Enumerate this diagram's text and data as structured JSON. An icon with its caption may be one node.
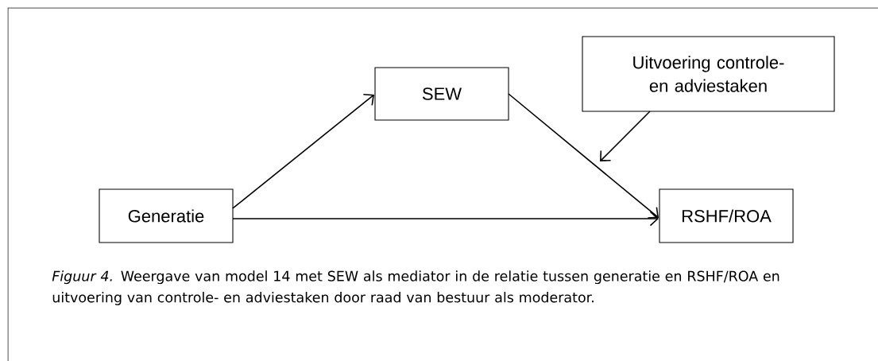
{
  "diagram": {
    "caption": "*Figuur 4.* Weergave van model 14 met SEW als mediator in de relatie tussen generatie en RSHF/ROA en uitvoering van controle- en adviestaken door raad van bestuur als moderator.",
    "nodes": [
      {
        "text": [
          "Generatie"
        ]
      },
      {
        "text": [
          "SEW"
        ]
      },
      {
        "text": [
          "RSHF/ROA"
        ]
      },
      {
        "text": [
          "Uitvoering controle- en adviestaken"
        ]
      }
    ],
    "edges": [
      {
        "from": 0,
        "to": 1,
        "arrow": "to"
      },
      {
        "from": 1,
        "to": 2,
        "arrow": "to"
      },
      {
        "from": 0,
        "to": 2,
        "arrow": "to"
      },
      {
        "from": 3,
        "to": null,
        "arrow": "to"
      }
    ]
  }
}
